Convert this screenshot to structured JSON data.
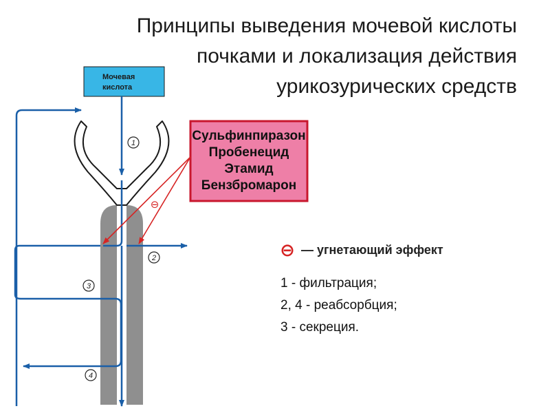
{
  "title": {
    "line1": "Принципы выведения мочевой кислоты",
    "line2": "почками и локализация действия",
    "line3": "урикозурических средств"
  },
  "uric_acid_box": {
    "line1": "Мочевая",
    "line2": "кислота",
    "fill": "#38b6e6"
  },
  "drugs_box": {
    "items": [
      "Сульфинпиразон",
      "Пробенецид",
      "Этамид",
      "Бензбромарон"
    ],
    "fill": "#ee7fa7",
    "border": "#c8172e"
  },
  "pathway_numbers": [
    "1",
    "2",
    "3",
    "4"
  ],
  "inhibit_symbol": "⊖",
  "legend": {
    "symbol": "⊖",
    "text": "— угнетающий эффект"
  },
  "key": [
    "1 - фильтрация;",
    "2, 4 - реабсорбция;",
    "3 - секреция."
  ],
  "colors": {
    "flow_blue": "#1a5fa8",
    "tubule_gray": "#8f8f8f",
    "inhibit_red": "#d62424"
  }
}
